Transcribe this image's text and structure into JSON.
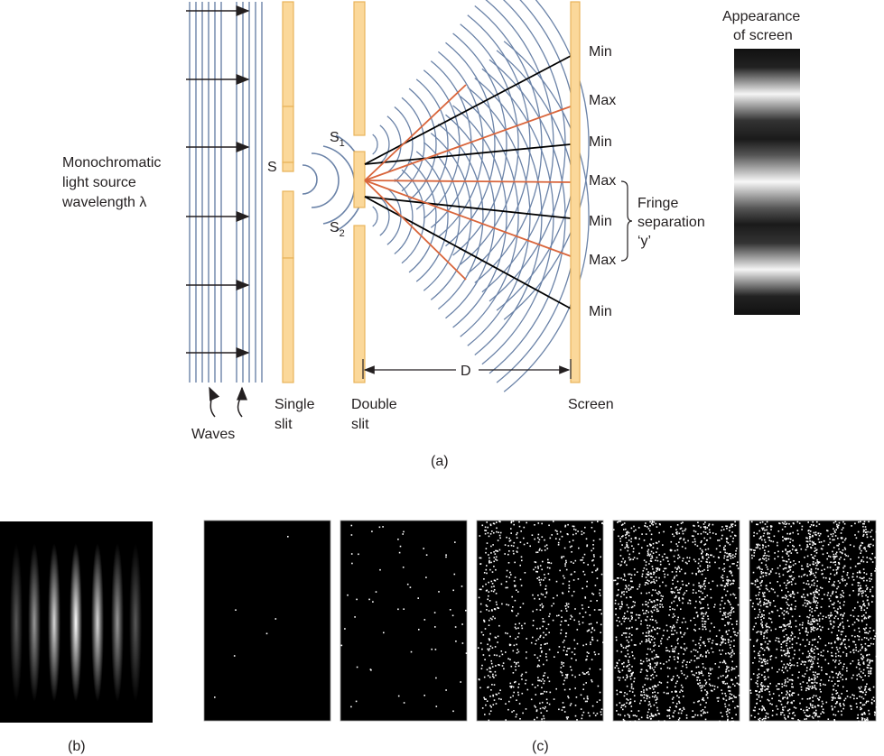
{
  "source_label": {
    "line1": "Monochromatic",
    "line2": "light source",
    "line3": "wavelength λ"
  },
  "waves_label": "Waves",
  "single_slit_label": {
    "line1": "Single",
    "line2": "slit"
  },
  "double_slit_label": {
    "line1": "Double",
    "line2": "slit"
  },
  "screen_label": "Screen",
  "slit_s_label": "S",
  "slit_s1": {
    "letter": "S",
    "sub": "1"
  },
  "slit_s2": {
    "letter": "S",
    "sub": "2"
  },
  "distance_label": "D",
  "fringe_labels": [
    "Min",
    "Max",
    "Min",
    "Max",
    "Min",
    "Max",
    "Min"
  ],
  "fringe_separation": {
    "line1": "Fringe",
    "line2": "separation",
    "line3": "‘y’"
  },
  "appearance_title": {
    "line1": "Appearance",
    "line2": "of screen"
  },
  "panel_a_label": "(a)",
  "panel_b_label": "(b)",
  "panel_c_label": "(c)",
  "panel_c_dot_levels": [
    0.002,
    0.02,
    0.25,
    0.45,
    0.55
  ],
  "colors": {
    "wave": "#6b83a8",
    "slit": "#fbd89a",
    "slit_border": "#e8b35a",
    "max_ray": "#d9653b",
    "min_ray": "#000000",
    "text": "#231f20"
  }
}
